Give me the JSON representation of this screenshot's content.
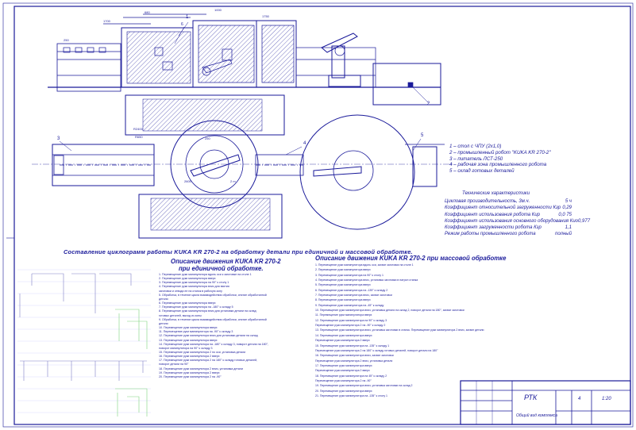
{
  "callouts": [
    "1",
    "2",
    "3",
    "4",
    "5",
    "6"
  ],
  "dimensions": {
    "top": [
      "680",
      "1000",
      "1700",
      "1750",
      "250"
    ],
    "plan": [
      "R2400",
      "R650",
      "2600",
      "2 m",
      "250"
    ]
  },
  "legend": [
    "1 – стол с ЧПУ (2х1,0) ",
    "2 – промышленный робот \"KUKA KR 270-2\"",
    "3 – питатель ЛСТ-250",
    "4 – рабочая зона промышленного робота",
    "5 – склад готовых деталей"
  ],
  "tech": {
    "title": "Технические характеристики",
    "rows": [
      {
        "label": "Цикловая производительность, 3м.ч.",
        "value": "5 ч"
      },
      {
        "label": "Коэффициент относительной загруженности Кзр",
        "value": "0,29"
      },
      {
        "label": "Коэффициент использования робота Кир",
        "value": "0,0 75"
      },
      {
        "label": "Коэффициент использования основного оборудования Кио",
        "value": "0,977"
      },
      {
        "label": "Коэффициент загруженности робота Кзр",
        "value": "1,1"
      },
      {
        "label": "Режим работы промышленного робота",
        "value": "полный"
      }
    ]
  },
  "caption": "Составление циклограмм работы KUKA KR 270-2 на обработку детали при единичной и массовой обработке.",
  "left_section": {
    "title": "Описание движения KUKA KR 270-2",
    "subtitle": "при единичной обработке.",
    "steps": [
      "1.  Перемещение руки манипулятора вдоль оси к заготовке на столе 1",
      "2.  Перемещение руки манипулятора вверх",
      "3.  Перемещение руки манипулятора на 90° к столу 1",
      "4.  Перемещение руки манипулятора вниз для взятия",
      "    заготовки и отвода ее на станок в рабочую зону",
      "5.  Обработка, в течение цикла взаимодействия обработки, снятие обработанной",
      "    детали",
      "6.  Перемещение руки манипулятора вверх",
      "7.  Перемещение руки манипулятора на -180° к складу 5",
      "8.  Перемещение руки манипулятора вниз для установки детали на склад",
      "    готовых деталей, выход из зоны",
      "9.  Обработка, в течение цикла взаимодействия обработки, снятие обработанной",
      "    детали",
      "10. Перемещение руки манипулятора вверх",
      "11. Перемещение руки манипулятора на -90° к складу 3",
      "12. Перемещение руки манипулятора вниз для установки детали на склад",
      "13. Перемещение руки манипулятора вверх",
      "14. Перемещение руки манипулятора на -180° к складу 3, поворот детали на 180°,",
      "    поворот манипулятора на 90° к складу 3",
      "15. Перемещение руки манипулятора 2 по оси, установка детали",
      "16. Перемещение руки манипулятора 2 вверх",
      "17. Перемещение руки манипулятора 2 на 180° к складу готовых деталей,",
      "    поворот детали на 90°",
      "18. Перемещение руки манипулятора 2 вниз, установка детали",
      "19. Перемещение руки манипулятора 2 вверх",
      "20. Перемещение руки манипулятора 2 на -90°"
    ]
  },
  "right_section": {
    "title": "Описание движения KUKA KR 270-2 при массовой обработке",
    "steps": [
      "1.  Перемещение руки манипулятора вдоль оси, захват заготовки на столе 1",
      "2.  Перемещение руки манипулятора вверх",
      "3.  Перемещение руки манипулятора на 90° к столу 1",
      "4.  Перемещение руки манипулятора вниз, установка заготовки в патрон станка",
      "5.  Перемещение руки манипулятора вверх",
      "6.  Перемещение руки манипулятора на -135° к складу 2",
      "7.  Перемещение руки манипулятора вниз, захват заготовки",
      "8.  Перемещение руки манипулятора вверх",
      "9.  Перемещение руки манипулятора на -45° к складу",
      "10. Перемещение руки манипулятора вниз, установка детали на склад 2, поворот детали на 180°, захват заготовки",
      "11. Перемещение руки манипулятора вверх",
      "12. Перемещение руки манипулятора на 90° к складу 3",
      "    Перемещение руки манипулятора 2 на -90° к складу 2",
      "13. Перемещение руки манипулятора вниз, установка заготовки в станок. Перемещение руки манипулятора 2 вниз, захват детали",
      "14. Перемещение руки манипулятора вверх",
      "    Перемещение руки манипулятора 2 вверх",
      "15. Перемещение руки манипулятора на -135° к складу 1",
      "    Перемещение руки манипулятора 2 на 180° к складу готовых деталей, поворот детали на 180°",
      "16. Перемещение руки манипулятора вниз, захват заготовки",
      "    Перемещение руки манипулятора 2 вниз, установка детали",
      "17. Перемещение руки манипулятора вверх",
      "    Перемещение руки манипулятора 2 вверх",
      "18. Перемещение руки манипулятора на 45° к складу 2",
      "    Перемещение руки манипулятора 2 на -90°",
      "19. Перемещение руки манипулятора вниз, установка заготовки на склад 2",
      "20. Перемещение руки манипулятора вверх",
      "21. Перемещение руки манипулятора на -135° к столу 1"
    ]
  },
  "title_block": {
    "name": "РТК",
    "subtitle": "Общий вид комплекса",
    "sheet": "4",
    "sheets": "1:20"
  }
}
